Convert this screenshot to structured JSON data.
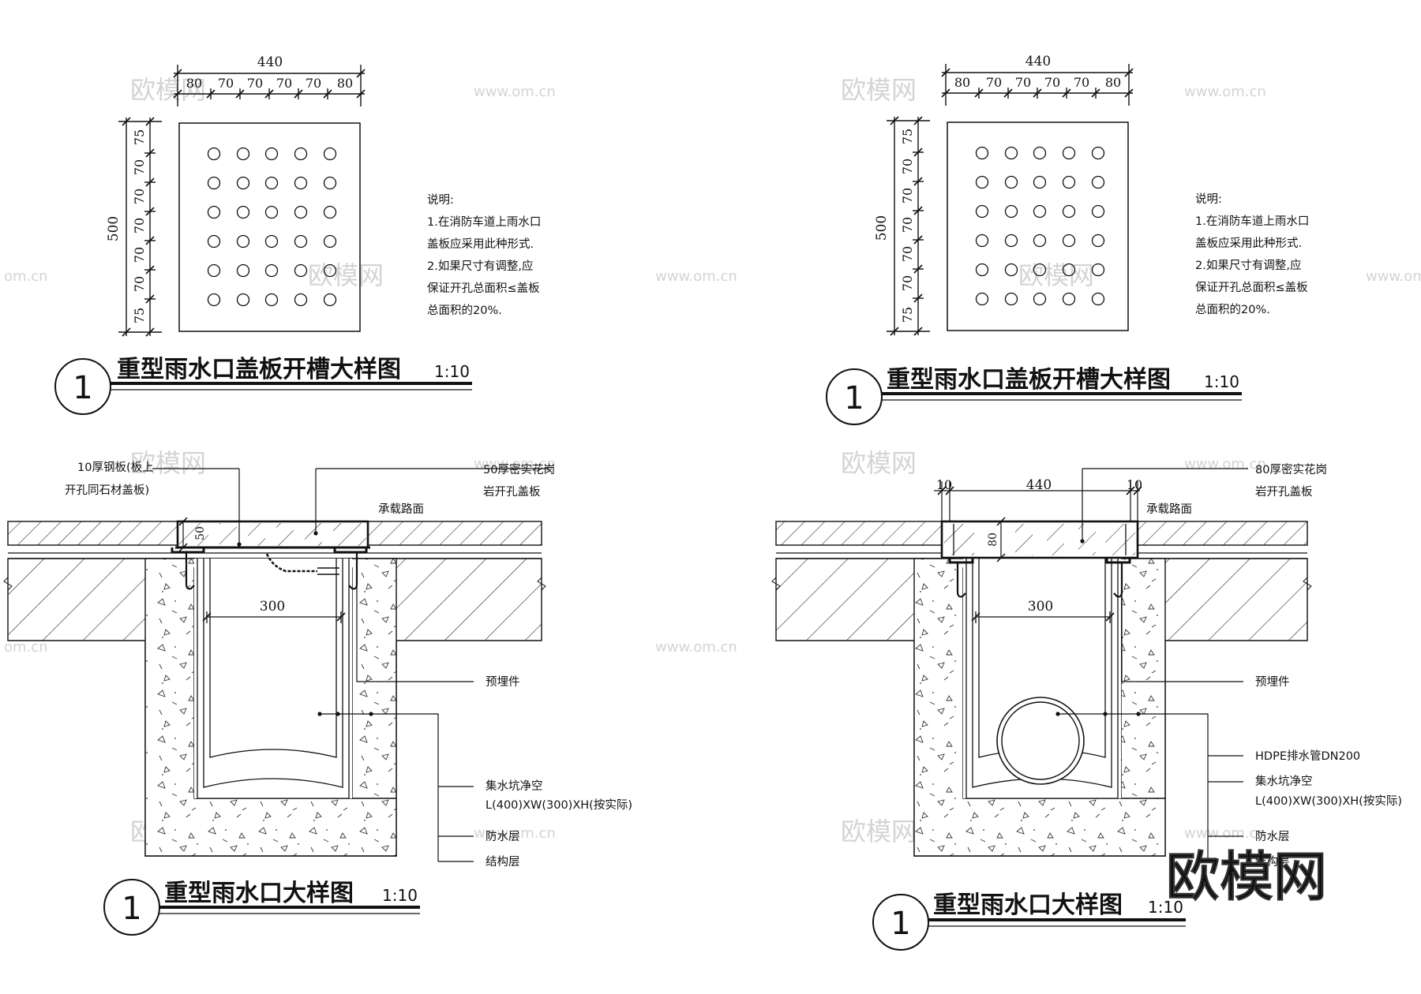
{
  "watermarks": {
    "logo": "欧模网",
    "url": "www.om.cn",
    "url_partial": "om.cn"
  },
  "brand": "欧模网",
  "cover_plan": {
    "width": "440",
    "width_parts": [
      "80",
      "70",
      "70",
      "70",
      "70",
      "80"
    ],
    "height": "500",
    "height_parts": [
      "75",
      "70",
      "70",
      "70",
      "70",
      "70",
      "75"
    ],
    "notes": [
      "说明:",
      "1.在消防车道上雨水口",
      "盖板应采用此种形式.",
      "2.如果尺寸有调整,应",
      "保证开孔总面积≤盖板",
      "总面积的20%."
    ],
    "title_number": "1",
    "title": "重型雨水口盖板开槽大样图",
    "scale": "1:10"
  },
  "section_left": {
    "label_plate": [
      "10厚钢板(板上",
      "开孔同石材盖板)"
    ],
    "label_cover": [
      "50厚密实花岗",
      "岩开孔盖板"
    ],
    "label_road": "承载路面",
    "dim_cover": "50",
    "dim_pit": "300",
    "label_embed": "预埋件",
    "label_pit": [
      "集水坑净空",
      "L(400)XW(300)XH(按实际)"
    ],
    "label_waterproof": "防水层",
    "label_structure": "结构层",
    "title_number": "1",
    "title": "重型雨水口大样图",
    "scale": "1:10"
  },
  "section_right": {
    "dim_left": "10",
    "dim_width": "440",
    "dim_right": "10",
    "label_cover": [
      "80厚密实花岗",
      "岩开孔盖板"
    ],
    "label_road": "承载路面",
    "dim_cover": "80",
    "dim_pit": "300",
    "label_embed": "预埋件",
    "label_pipe": "HDPE排水管DN200",
    "label_pit": [
      "集水坑净空",
      "L(400)XW(300)XH(按实际)"
    ],
    "label_waterproof": "防水层",
    "label_structure": "结构层",
    "title_number": "1",
    "title": "重型雨水口大样图",
    "scale": "1:10"
  }
}
